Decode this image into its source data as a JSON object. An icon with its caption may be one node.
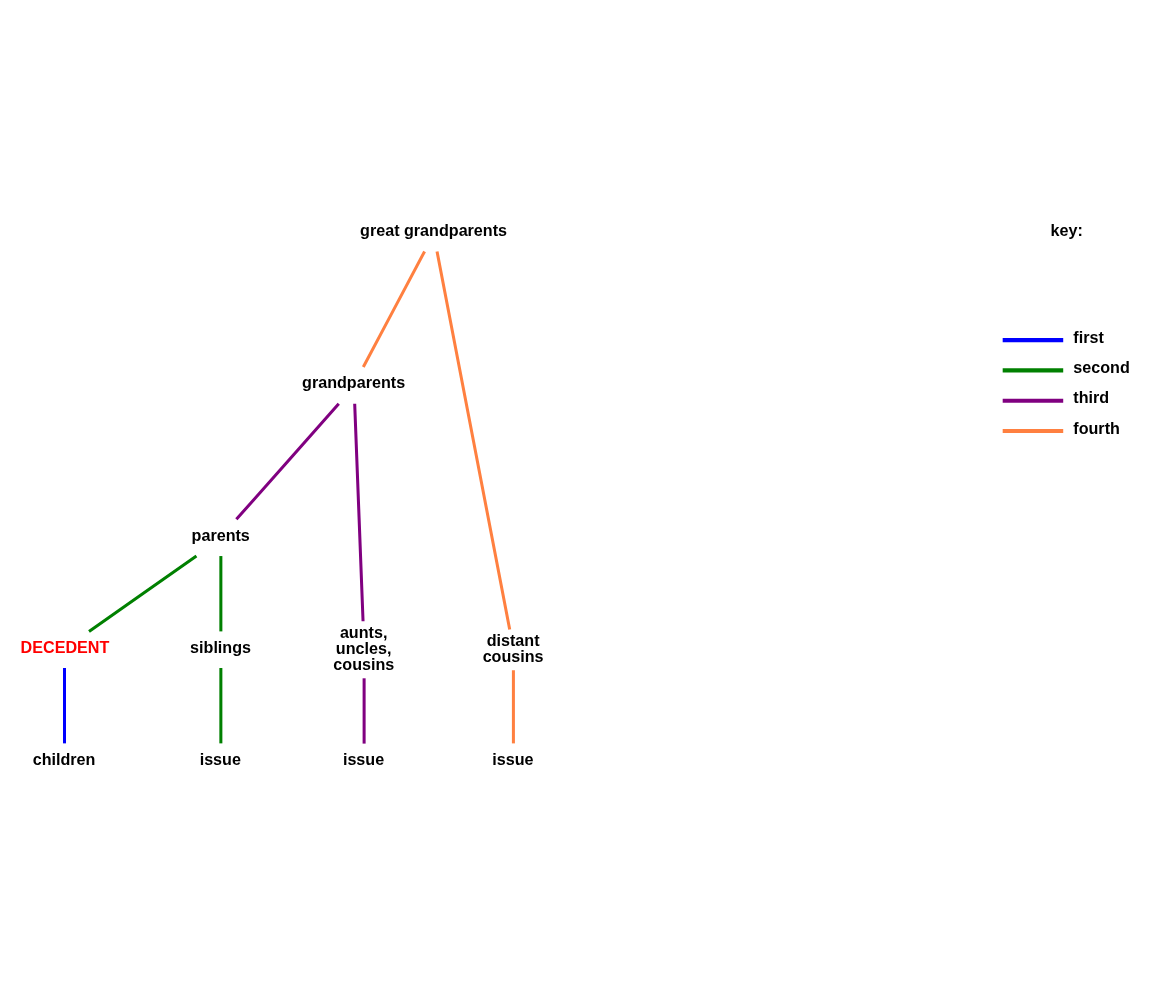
{
  "diagram": {
    "nodes": [
      {
        "text": [
          "great grandparents"
        ]
      },
      {
        "text": [
          "grandparents"
        ]
      },
      {
        "text": [
          "parents"
        ]
      },
      {
        "text": [
          "DECEDENT"
        ]
      },
      {
        "text": [
          "siblings"
        ]
      },
      {
        "text": [
          "aunts, uncles, cousins"
        ]
      },
      {
        "text": [
          "distant cousins"
        ]
      },
      {
        "text": [
          "children"
        ]
      },
      {
        "text": [
          "issue"
        ]
      },
      {
        "text": [
          "issue"
        ]
      },
      {
        "text": [
          "issue"
        ]
      }
    ],
    "edges": [
      {
        "from": 0,
        "to": 1,
        "arrow": "none",
        "color": "#ff8040"
      },
      {
        "from": 0,
        "to": 6,
        "arrow": "none",
        "color": "#ff8040"
      },
      {
        "from": 1,
        "to": 2,
        "arrow": "none",
        "color": "#800080"
      },
      {
        "from": 1,
        "to": 5,
        "arrow": "none",
        "color": "#800080"
      },
      {
        "from": 2,
        "to": 3,
        "arrow": "none",
        "color": "#008000"
      },
      {
        "from": 2,
        "to": 4,
        "arrow": "none",
        "color": "#008000"
      },
      {
        "from": 3,
        "to": 7,
        "arrow": "none",
        "color": "#0000ff"
      },
      {
        "from": 4,
        "to": 8,
        "arrow": "none",
        "color": "#008000"
      },
      {
        "from": 5,
        "to": 9,
        "arrow": "none",
        "color": "#800080"
      },
      {
        "from": 6,
        "to": 10,
        "arrow": "none",
        "color": "#ff8040"
      }
    ],
    "labels": [
      "key:"
    ],
    "legend": [
      {
        "text": "first",
        "color": "#0000ff"
      },
      {
        "text": "second",
        "color": "#008000"
      },
      {
        "text": "third",
        "color": "#800080"
      },
      {
        "text": "fourth",
        "color": "#ff8040"
      }
    ]
  }
}
